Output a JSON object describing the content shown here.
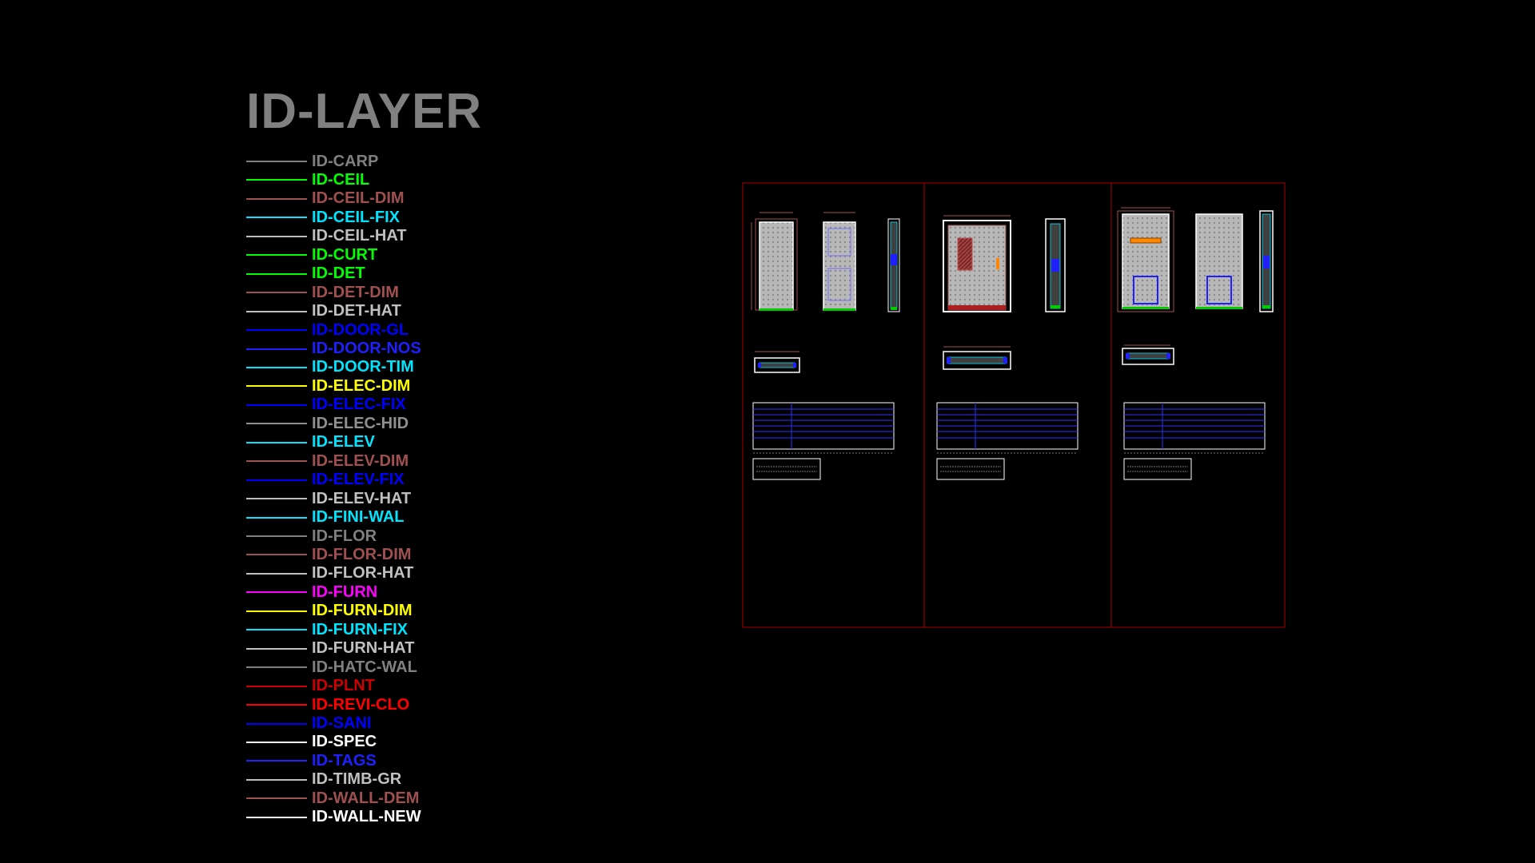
{
  "title": "ID-LAYER",
  "layers": [
    {
      "name": "ID-CARP",
      "color": "#808080"
    },
    {
      "name": "ID-CEIL",
      "color": "#00ff00"
    },
    {
      "name": "ID-CEIL-DIM",
      "color": "#a05050"
    },
    {
      "name": "ID-CEIL-FIX",
      "color": "#00e5ff"
    },
    {
      "name": "ID-CEIL-HAT",
      "color": "#c0c0c0"
    },
    {
      "name": "ID-CURT",
      "color": "#00ff00"
    },
    {
      "name": "ID-DET",
      "color": "#00ff00"
    },
    {
      "name": "ID-DET-DIM",
      "color": "#a05050"
    },
    {
      "name": "ID-DET-HAT",
      "color": "#c0c0c0"
    },
    {
      "name": "ID-DOOR-GL",
      "color": "#0000ff"
    },
    {
      "name": "ID-DOOR-NOS",
      "color": "#2020ff"
    },
    {
      "name": "ID-DOOR-TIM",
      "color": "#00e5ff"
    },
    {
      "name": "ID-ELEC-DIM",
      "color": "#ffff00"
    },
    {
      "name": "ID-ELEC-FIX",
      "color": "#0000ff"
    },
    {
      "name": "ID-ELEC-HID",
      "color": "#909090"
    },
    {
      "name": "ID-ELEV",
      "color": "#00e5ff"
    },
    {
      "name": "ID-ELEV-DIM",
      "color": "#a05050"
    },
    {
      "name": "ID-ELEV-FIX",
      "color": "#0000ff"
    },
    {
      "name": "ID-ELEV-HAT",
      "color": "#c0c0c0"
    },
    {
      "name": "ID-FINI-WAL",
      "color": "#00e5ff"
    },
    {
      "name": "ID-FLOR",
      "color": "#808080"
    },
    {
      "name": "ID-FLOR-DIM",
      "color": "#a05050"
    },
    {
      "name": "ID-FLOR-HAT",
      "color": "#c0c0c0"
    },
    {
      "name": "ID-FURN",
      "color": "#ff00ff"
    },
    {
      "name": "ID-FURN-DIM",
      "color": "#ffff00"
    },
    {
      "name": "ID-FURN-FIX",
      "color": "#00e5ff"
    },
    {
      "name": "ID-FURN-HAT",
      "color": "#c0c0c0"
    },
    {
      "name": "ID-HATC-WAL",
      "color": "#808080"
    },
    {
      "name": "ID-PLNT",
      "color": "#cc0000"
    },
    {
      "name": "ID-REVI-CLO",
      "color": "#ff0000"
    },
    {
      "name": "ID-SANI",
      "color": "#0000ff"
    },
    {
      "name": "ID-SPEC",
      "color": "#ffffff"
    },
    {
      "name": "ID-TAGS",
      "color": "#2020ff"
    },
    {
      "name": "ID-TIMB-GR",
      "color": "#c0c0c0"
    },
    {
      "name": "ID-WALL-DEM",
      "color": "#a05050"
    },
    {
      "name": "ID-WALL-NEW",
      "color": "#ffffff"
    }
  ],
  "colors": {
    "background": "#000000",
    "sheet_border": "#aa0000",
    "title": "#808080",
    "table_border": "#ffffff",
    "table_rule": "#3030ff"
  }
}
